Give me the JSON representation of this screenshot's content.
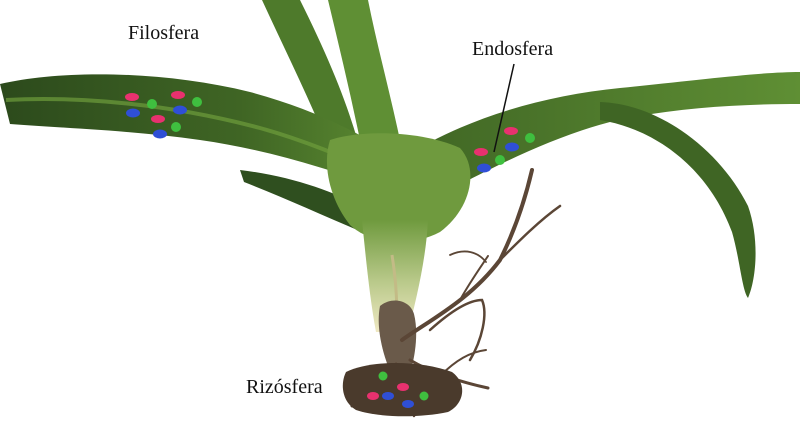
{
  "labels": {
    "phyllosphere": "Filosfera",
    "endosphere": "Endosfera",
    "rhizosphere": "Rizósfera"
  },
  "colors": {
    "leaf_dark": "#2f4f1f",
    "leaf_mid": "#4e7a2b",
    "leaf_light": "#7faa4a",
    "stem_pale": "#e7e2b8",
    "root_brown": "#5b4636",
    "microbe_pink": "#e8316f",
    "microbe_blue": "#2f4fd6",
    "microbe_green": "#3fbf3f"
  },
  "icons": [
    "aloe-plant",
    "microbe-pink-icon",
    "microbe-blue-icon",
    "microbe-green-icon"
  ]
}
